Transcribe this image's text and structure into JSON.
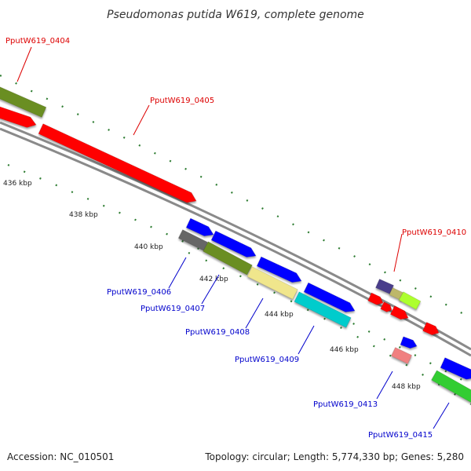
{
  "title": "Pseudomonas putida W619, complete genome",
  "footer": {
    "accession": "Accession: NC_010501",
    "summary": "Topology: circular; Length: 5,774,330 bp; Genes: 5,280"
  },
  "colors": {
    "label_red": "#dd0000",
    "label_blue": "#0000cc",
    "backbone": "#8a8a8a",
    "tick": "#2e7d32"
  },
  "scale_labels": [
    "436 kbp",
    "438 kbp",
    "440 kbp",
    "442 kbp",
    "444 kbp",
    "446 kbp",
    "448 kbp"
  ],
  "gene_labels": {
    "g0404": "PputW619_0404",
    "g0405": "PputW619_0405",
    "g0406": "PputW619_0406",
    "g0407": "PputW619_0407",
    "g0408": "PputW619_0408",
    "g0409": "PputW619_0409",
    "g0410": "PputW619_0410",
    "g0413": "PputW619_0413",
    "g0415": "PputW619_0415"
  },
  "features": [
    {
      "id": "olive-0404",
      "color": "#6b8e23"
    },
    {
      "id": "red-0404",
      "color": "#ff0000"
    },
    {
      "id": "red-0405",
      "color": "#ff0000"
    },
    {
      "id": "blue-a1",
      "color": "#0000ff"
    },
    {
      "id": "blue-a2",
      "color": "#0000ff"
    },
    {
      "id": "blue-a3",
      "color": "#0000ff"
    },
    {
      "id": "blue-a4",
      "color": "#0000ff"
    },
    {
      "id": "gray-0406",
      "color": "#666666"
    },
    {
      "id": "olive-0407",
      "color": "#6b8e23"
    },
    {
      "id": "khaki-0408",
      "color": "#f0e68c"
    },
    {
      "id": "cyan-0409",
      "color": "#00cccc"
    },
    {
      "id": "slate-0410",
      "color": "#483d8b"
    },
    {
      "id": "tan-0411",
      "color": "#bdb76b"
    },
    {
      "id": "lime-0412",
      "color": "#adff2f"
    },
    {
      "id": "red-b1",
      "color": "#ff0000"
    },
    {
      "id": "red-b2",
      "color": "#ff0000"
    },
    {
      "id": "red-b3",
      "color": "#ff0000"
    },
    {
      "id": "red-b4",
      "color": "#ff0000"
    },
    {
      "id": "blue-b1",
      "color": "#0000ff"
    },
    {
      "id": "pink-0413",
      "color": "#f08080"
    },
    {
      "id": "blue-b2",
      "color": "#0000ff"
    },
    {
      "id": "green-0415",
      "color": "#32cd32"
    }
  ]
}
